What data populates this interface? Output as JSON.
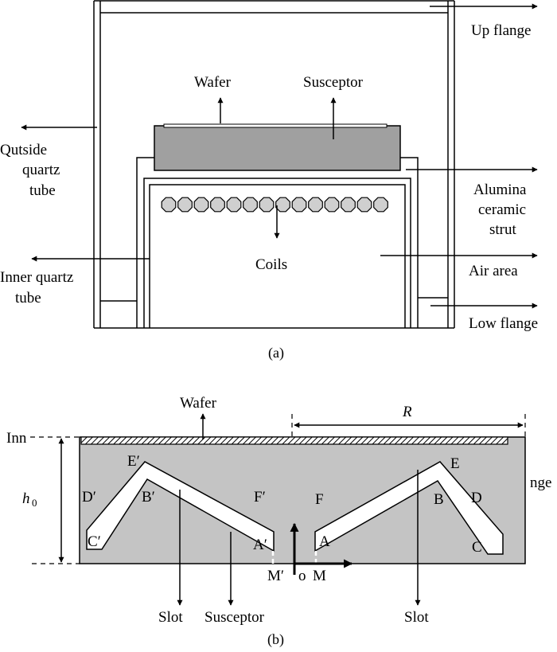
{
  "figure_a": {
    "caption": "(a)",
    "labels": {
      "up_flange": "Up flange",
      "wafer": "Wafer",
      "susceptor": "Susceptor",
      "outside_tube_1": "Qutside",
      "outside_tube_2": "quartz",
      "outside_tube_3": "tube",
      "alumina_1": "Alumina",
      "alumina_2": "ceramic",
      "alumina_3": "strut",
      "inner_tube_1": "Inner quartz",
      "inner_tube_2": "tube",
      "coils": "Coils",
      "air_area": "Air area",
      "low_flange": "Low flange"
    },
    "colors": {
      "susceptor_fill": "#a0a0a0",
      "coil_fill": "#cfcfcf"
    }
  },
  "figure_b": {
    "caption": "(b)",
    "labels": {
      "wafer": "Wafer",
      "radius": "R",
      "inn": "Inn",
      "nge": "nge",
      "height": "h",
      "height_sub": "0",
      "e_prime": "E′",
      "d_prime": "D′",
      "b_prime": "B′",
      "c_prime": "C′",
      "f_prime": "F′",
      "a_prime": "A′",
      "m_prime": "M′",
      "f": "F",
      "a": "A",
      "e": "E",
      "b": "B",
      "d": "D",
      "c": "C",
      "m": "M",
      "o": "o",
      "slot_left": "Slot",
      "slot_right": "Slot",
      "susceptor": "Susceptor"
    },
    "colors": {
      "susceptor_fill": "#c4c4c4"
    }
  }
}
